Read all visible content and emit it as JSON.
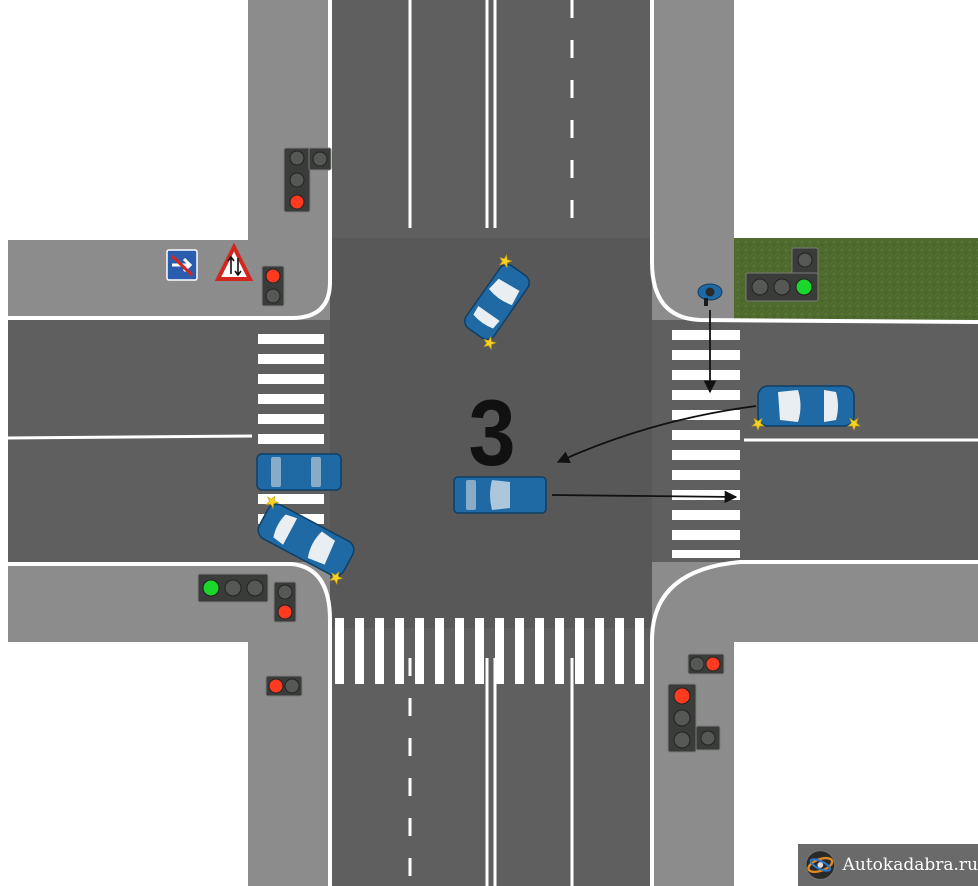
{
  "scenario": {
    "number": "3"
  },
  "watermark": {
    "text": "Autokadabra.ru"
  },
  "colors": {
    "road": "#5f5f5f",
    "road_dark": "#555555",
    "lane_line": "#ffffff",
    "car_body": "#1f6aa5",
    "car_glass": "#e8eef2",
    "signal_red": "#ff3a1e",
    "signal_green": "#1bd62b",
    "signal_off": "#3d3f3d",
    "grass": "#4f6b2e",
    "sidewalk": "#8a8a8a",
    "hazard": "#f7d21e"
  },
  "traffic_lights": [
    {
      "id": "top-left",
      "active": "red"
    },
    {
      "id": "top-left-aux",
      "active": "red"
    },
    {
      "id": "top-right",
      "active": "green"
    },
    {
      "id": "bottom-left",
      "active": "green"
    },
    {
      "id": "bottom-left-aux",
      "active": "red"
    },
    {
      "id": "bottom-left-ped",
      "active": "red"
    },
    {
      "id": "bottom-right",
      "active": "red"
    },
    {
      "id": "bottom-right-ped",
      "active": "red"
    }
  ],
  "signs": [
    {
      "id": "no-through-road",
      "icon": "blue-square-arrow-crossed"
    },
    {
      "id": "two-way-traffic",
      "icon": "triangle-two-way-arrows"
    }
  ],
  "vehicles": [
    {
      "id": "car-top",
      "heading": "north-east",
      "hazard_lights": true
    },
    {
      "id": "car-right",
      "heading": "west",
      "hazard_lights": true
    },
    {
      "id": "car-center",
      "heading": "east",
      "hazard_lights": false
    },
    {
      "id": "car-left-straight",
      "heading": "east",
      "hazard_lights": false
    },
    {
      "id": "car-left-turn",
      "heading": "south-east",
      "hazard_lights": true
    }
  ],
  "pedestrian": {
    "id": "pedestrian",
    "icon": "pedestrian-icon"
  }
}
